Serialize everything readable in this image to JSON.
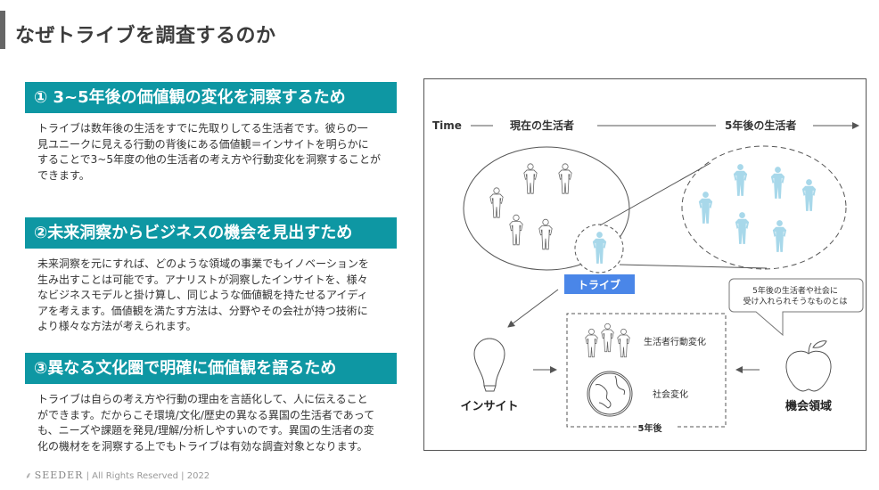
{
  "page": {
    "title": "なぜトライブを調査するのか"
  },
  "sections": [
    {
      "heading": "① 3~5年後の価値観の変化を洞察するため",
      "lines": [
        "トライブは数年後の生活をすでに先取りしてる生活者です。彼らの一",
        "見ユニークに見える行動の背後にある価値観＝インサイトを明らかに",
        "することで3~5年度の他の生活者の考え方や行動変化を洞察することが",
        "できます。"
      ]
    },
    {
      "heading": "②未来洞察からビジネスの機会を見出すため",
      "lines": [
        "未来洞察を元にすれば、どのような領域の事業でもイノベーションを",
        "生み出すことは可能です。アナリストが洞察したインサイトを、様々",
        "なビジネスモデルと掛け算し、同じような価値観を持たせるアイディ",
        "アを考えます。価値観を満たす方法は、分野やその会社が持つ技術に",
        "より様々な方法が考えられます。"
      ]
    },
    {
      "heading": "③異なる文化圏で明確に価値観を語るため",
      "lines": [
        "トライブは自らの考え方や行動の理由を言語化して、人に伝えること",
        "ができます。だからこそ環境/文化/歴史の異なる異国の生活者であって",
        "も、ニーズや課題を発見/理解/分析しやすいのです。異国の生活者の変",
        "化の機材をを洞察する上でもトライブは有効な調査対象となります。"
      ]
    }
  ],
  "footer": {
    "brand": "SEEDER",
    "rights": "| All Rights Reserved | 2022"
  },
  "diagram": {
    "time": "Time",
    "present": "現在の生活者",
    "future": "5年後の生活者",
    "tribe": "トライブ",
    "insight": "インサイト",
    "opportunity": "機会領域",
    "behavior": "生活者行動変化",
    "society": "社会変化",
    "five_years": "5年後",
    "bubble": [
      "5年後の生活者や社会に",
      "受け入れられそうなものとは"
    ],
    "colors": {
      "teal": "#0e97a3",
      "tribe_blue": "#4a86e8",
      "future_person": "#a8d8ea"
    }
  }
}
